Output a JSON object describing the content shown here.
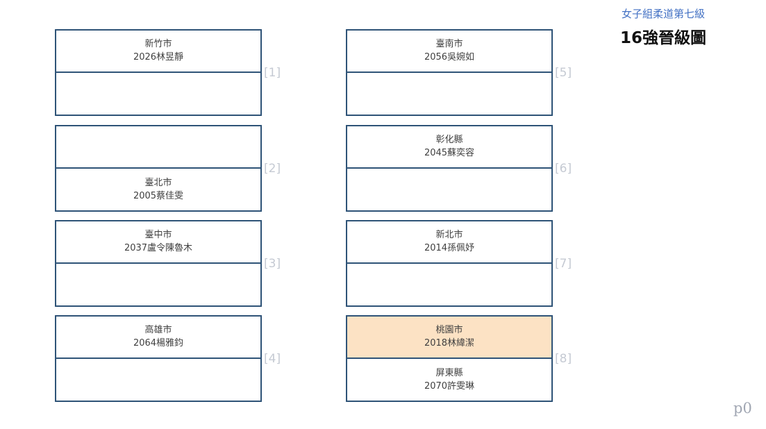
{
  "header": {
    "category": "女子組柔道第七級",
    "title": "16強晉級圖"
  },
  "footer": {
    "page_label": "p0"
  },
  "colors": {
    "border": "#2E5377",
    "highlight": "#FCE2C4",
    "title_blue": "#4472C4",
    "match_label": "#C5CAD3",
    "text": "#3F3F3F"
  },
  "matches": [
    {
      "label": "[1]",
      "top": {
        "team": "新竹市",
        "player": "2026林昱靜",
        "highlight": false
      },
      "bottom": {
        "team": "",
        "player": "",
        "highlight": false
      }
    },
    {
      "label": "[2]",
      "top": {
        "team": "",
        "player": "",
        "highlight": false
      },
      "bottom": {
        "team": "臺北市",
        "player": "2005蔡佳雯",
        "highlight": false
      }
    },
    {
      "label": "[3]",
      "top": {
        "team": "臺中市",
        "player": "2037盧令陳魯木",
        "highlight": false
      },
      "bottom": {
        "team": "",
        "player": "",
        "highlight": false
      }
    },
    {
      "label": "[4]",
      "top": {
        "team": "高雄市",
        "player": "2064楊雅鈞",
        "highlight": false
      },
      "bottom": {
        "team": "",
        "player": "",
        "highlight": false
      }
    },
    {
      "label": "[5]",
      "top": {
        "team": "臺南市",
        "player": "2056吳婉如",
        "highlight": false
      },
      "bottom": {
        "team": "",
        "player": "",
        "highlight": false
      }
    },
    {
      "label": "[6]",
      "top": {
        "team": "彰化縣",
        "player": "2045蘇奕容",
        "highlight": false
      },
      "bottom": {
        "team": "",
        "player": "",
        "highlight": false
      }
    },
    {
      "label": "[7]",
      "top": {
        "team": "新北市",
        "player": "2014孫佩妤",
        "highlight": false
      },
      "bottom": {
        "team": "",
        "player": "",
        "highlight": false
      }
    },
    {
      "label": "[8]",
      "top": {
        "team": "桃園市",
        "player": "2018林緯潔",
        "highlight": true
      },
      "bottom": {
        "team": "屏東縣",
        "player": "2070許雯琳",
        "highlight": false
      }
    }
  ]
}
